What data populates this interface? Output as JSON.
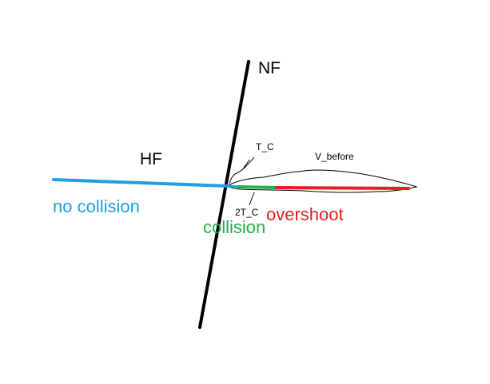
{
  "labels": {
    "nf": "NF",
    "hf": "HF",
    "t_c": "T_C",
    "v_before": "V_before",
    "two_t_c": "2T_C",
    "no_collision": "no collision",
    "collision": "collision",
    "overshoot": "overshoot"
  },
  "colors": {
    "no_collision": "#1ba1e2",
    "collision": "#22b14c",
    "overshoot": "#ed1c24",
    "ink": "#000000"
  }
}
